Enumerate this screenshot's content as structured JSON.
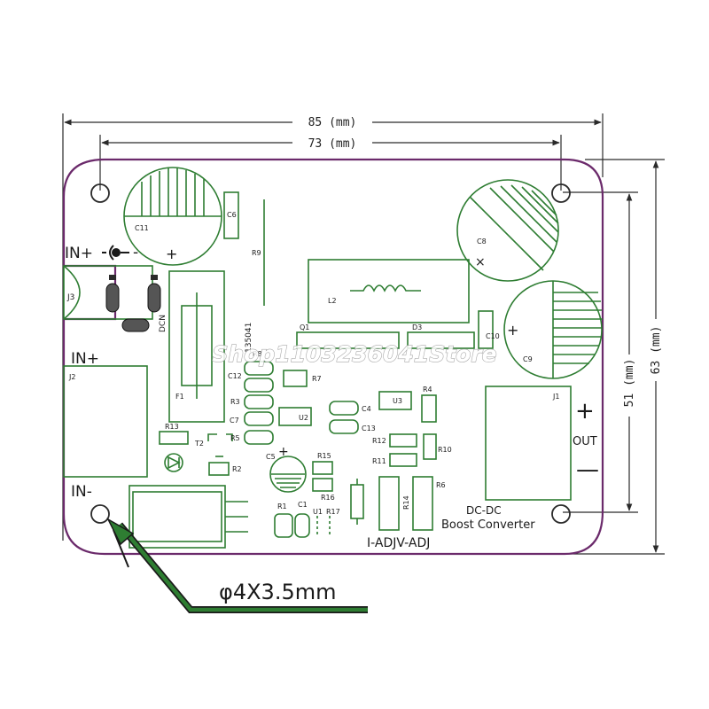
{
  "colors": {
    "board_outline": "#6b2a6b",
    "dimension": "#2a2a2a",
    "component": "#2e7d32",
    "hatch": "#2e7d32",
    "jumper_fill": "#555555",
    "arrow": "#2e7d32"
  },
  "dimensions": {
    "outer_width": "85 (mm)",
    "hole_spacing_x": "73 (mm)",
    "hole_spacing_y": "51 (mm)",
    "outer_height": "63 (mm)"
  },
  "connectors": {
    "in_plus_top": "IN+",
    "in_minus_top": "-",
    "j3": "J3",
    "dcn": "DCN",
    "in_plus_side": "IN+",
    "j2": "J2",
    "in_minus_side": "IN-",
    "j1": "J1",
    "out": "OUT",
    "out_plus": "+",
    "out_minus": "—"
  },
  "labels": {
    "c11": "C11",
    "c6": "C6",
    "r9": "R9",
    "c8": "C8",
    "l2": "L2",
    "f1": "F1",
    "code": "135041",
    "q1": "Q1",
    "d3": "D3",
    "c10": "C10",
    "c9": "C9",
    "r8": "R8",
    "c12": "C12",
    "r3": "R3",
    "c7": "C7",
    "r5": "R5",
    "r7": "R7",
    "u2": "U2",
    "c4": "C4",
    "c13": "C13",
    "u3": "U3",
    "r4": "R4",
    "r12": "R12",
    "r11": "R11",
    "r10": "R10",
    "r13": "R13",
    "t2": "T2",
    "r2": "R2",
    "c5": "C5",
    "r15": "R15",
    "r16": "R16",
    "r1": "R1",
    "c1": "C1",
    "u1": "U1",
    "r17": "R17",
    "r14": "R14",
    "r6": "R6",
    "plus_c11": "+",
    "plus_c5": "+",
    "plus_c9": "+"
  },
  "board_text": {
    "title_line1": "DC-DC",
    "title_line2": "Boost Converter",
    "adjust": "I-ADJV-ADJ"
  },
  "callout": "φ4X3.5mm",
  "watermark": "Shop1103236041Store"
}
